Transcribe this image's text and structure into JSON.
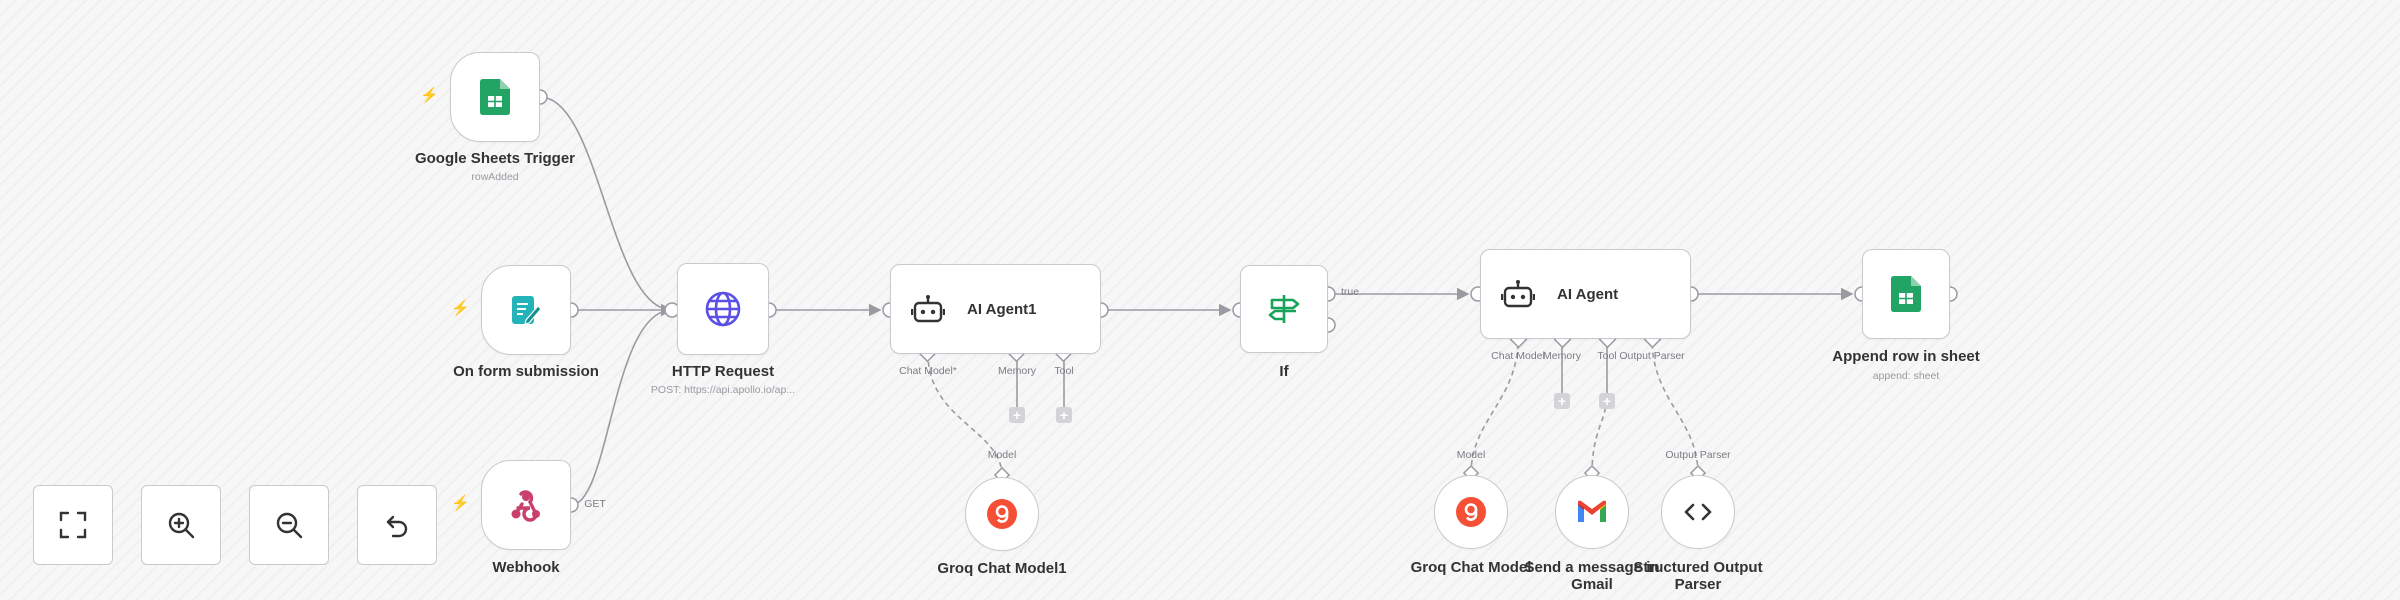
{
  "nodes": {
    "google_sheets_trigger": {
      "name": "Google Sheets Trigger",
      "subtitle": "rowAdded"
    },
    "on_form_submission": {
      "name": "On form submission"
    },
    "webhook": {
      "name": "Webhook",
      "output_label": "GET"
    },
    "http_request": {
      "name": "HTTP Request",
      "subtitle": "POST: https://api.apollo.io/ap..."
    },
    "ai_agent1": {
      "name": "AI Agent1",
      "ports": {
        "chat_model": "Chat Model*",
        "memory": "Memory",
        "tool": "Tool"
      }
    },
    "if": {
      "name": "If",
      "output_true": "true"
    },
    "ai_agent": {
      "name": "AI Agent",
      "ports": {
        "chat_model": "Chat Model",
        "memory": "Memory",
        "tool": "Tool",
        "output_parser": "Output Parser"
      }
    },
    "append_row": {
      "name": "Append row in sheet",
      "subtitle": "append: sheet"
    },
    "groq_chat_model1": {
      "name": "Groq Chat Model1",
      "input_label": "Model"
    },
    "groq_chat_model": {
      "name": "Groq Chat Model",
      "input_label": "Model"
    },
    "send_message_gmail": {
      "name_line1": "Send a message in",
      "name_line2": "Gmail"
    },
    "structured_output_parser": {
      "name_line1": "Structured Output",
      "name_line2": "Parser",
      "input_label": "Output Parser"
    }
  },
  "controls": {
    "fit_view": "fit-view",
    "zoom_in": "zoom-in",
    "zoom_out": "zoom-out",
    "reset": "undo"
  },
  "colors": {
    "sheets_green": "#21a464",
    "form_teal": "#23b3b8",
    "globe_blue": "#5b50e6",
    "if_green": "#17a35a",
    "groq_orange": "#f55036",
    "webhook_pink": "#c9406a",
    "edge_gray": "#9a9aa2",
    "trigger_bolt": "#ff5f5f"
  }
}
